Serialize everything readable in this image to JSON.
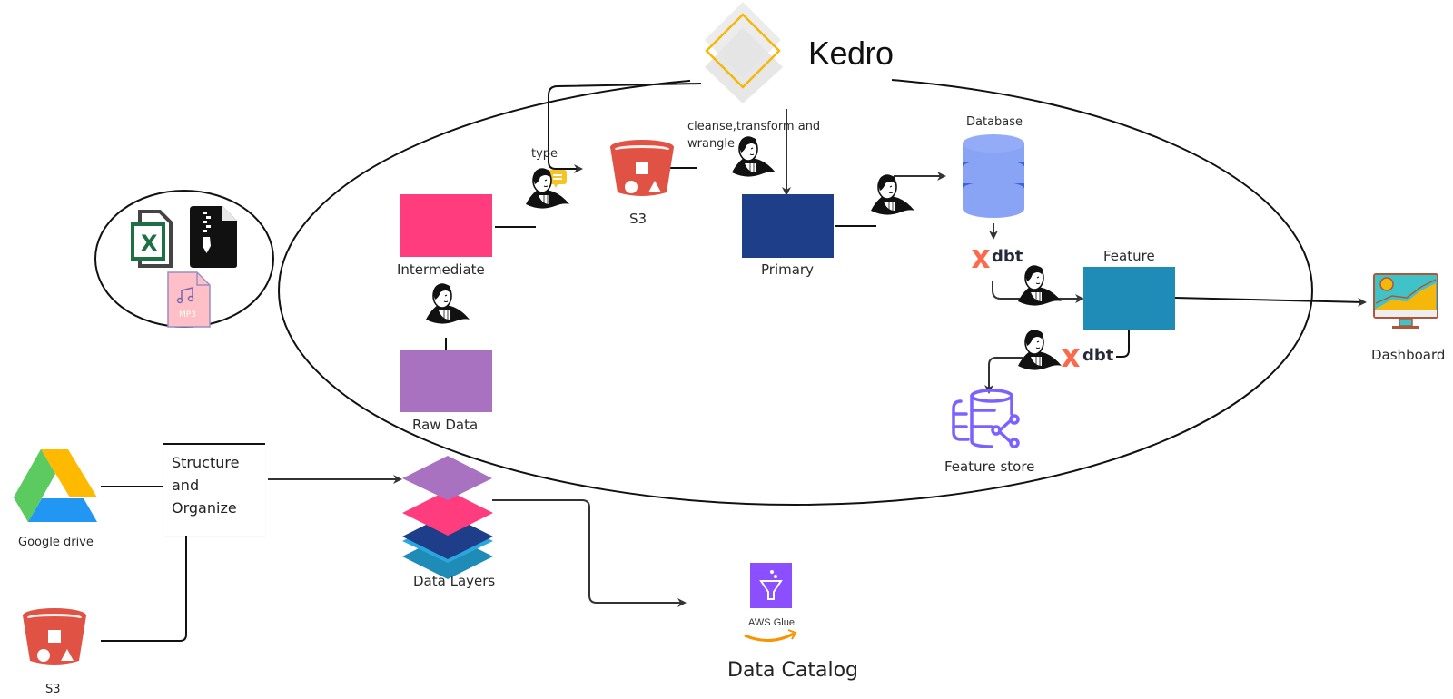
{
  "header": {
    "title": "Kedro"
  },
  "annotations": {
    "type_label": "type",
    "cleanse_label_line1": "cleanse,transform and",
    "cleanse_label_line2": "wrangle"
  },
  "layers": {
    "intermediate": {
      "label": "Intermediate",
      "color": "#FF3C7E"
    },
    "raw": {
      "label": "Raw Data",
      "color": "#A872C0"
    },
    "primary": {
      "label": "Primary",
      "color": "#1F3E8A"
    },
    "feature": {
      "label": "Feature",
      "color": "#1F8CB8"
    }
  },
  "nodes": {
    "s3_inner": {
      "label": "S3"
    },
    "database": {
      "label": "Database"
    },
    "dbt_top": {
      "label": "dbt"
    },
    "dbt_bottom": {
      "label": "dbt"
    },
    "feature_store": {
      "label": "Feature store"
    },
    "dashboard": {
      "label": "Dashboard"
    },
    "google_drive": {
      "label": "Google drive"
    },
    "s3_outer": {
      "label": "S3"
    },
    "structure_box": {
      "line1": "Structure",
      "line2": "and",
      "line3": "Organize"
    },
    "data_layers": {
      "label": "Data Layers"
    },
    "aws_glue": {
      "label": "AWS Glue"
    },
    "data_catalog": {
      "label": "Data Catalog"
    },
    "file_types": {
      "mp3_label": "MP3",
      "excel_letter": "X"
    }
  },
  "colors": {
    "s3_red": "#E05243",
    "db_blue": "#8AA4F5",
    "db_band": "#3E63D9",
    "dbt_orange": "#FF694B",
    "feature_store_purple": "#7B61FF",
    "glue_purple": "#8C4FFF",
    "kedro_gold": "#F5B70A"
  }
}
